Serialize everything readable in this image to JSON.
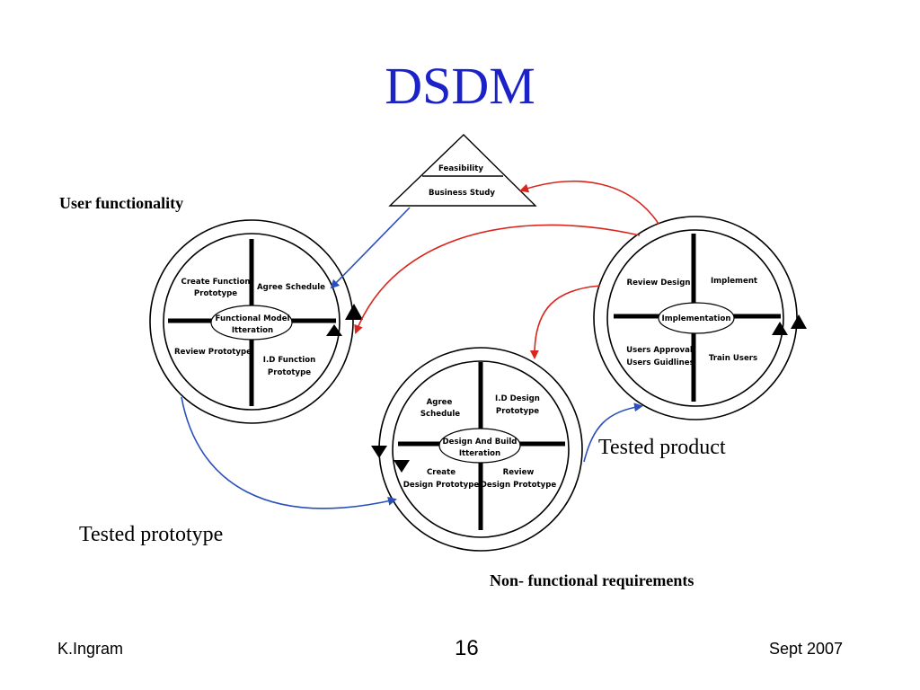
{
  "title": "DSDM",
  "captions": {
    "user_functionality": "User functionality",
    "tested_prototype": "Tested prototype",
    "tested_product": "Tested product",
    "non_functional": "Non- functional requirements"
  },
  "footer": {
    "author": "K.Ingram",
    "page": "16",
    "date": "Sept 2007"
  },
  "pyramid": {
    "top": "Feasibility",
    "bottom": "Business Study"
  },
  "cycles": {
    "functional_model": {
      "center": [
        "Functional Model",
        "Itteration"
      ],
      "tl": [
        "Create Function",
        "Prototype"
      ],
      "tr": [
        "Agree Schedule"
      ],
      "bl": [
        "Review Prototype"
      ],
      "br": [
        "I.D Function",
        "Prototype"
      ]
    },
    "design_build": {
      "center": [
        "Design And Build",
        "Itteration"
      ],
      "tl": [
        "Agree",
        "Schedule"
      ],
      "tr": [
        "I.D Design",
        "Prototype"
      ],
      "bl": [
        "Create",
        "Design Prototype"
      ],
      "br": [
        "Review",
        "Design Prototype"
      ]
    },
    "implementation": {
      "center": [
        "Implementation"
      ],
      "tl": [
        "Review Design"
      ],
      "tr": [
        "Implement"
      ],
      "bl": [
        "Users Approval",
        "Users Guidlines"
      ],
      "br": [
        "Train Users"
      ]
    }
  },
  "colors": {
    "title": "#1a22c8",
    "arrow_blue": "#2a4fb8",
    "arrow_red": "#d8261e"
  }
}
